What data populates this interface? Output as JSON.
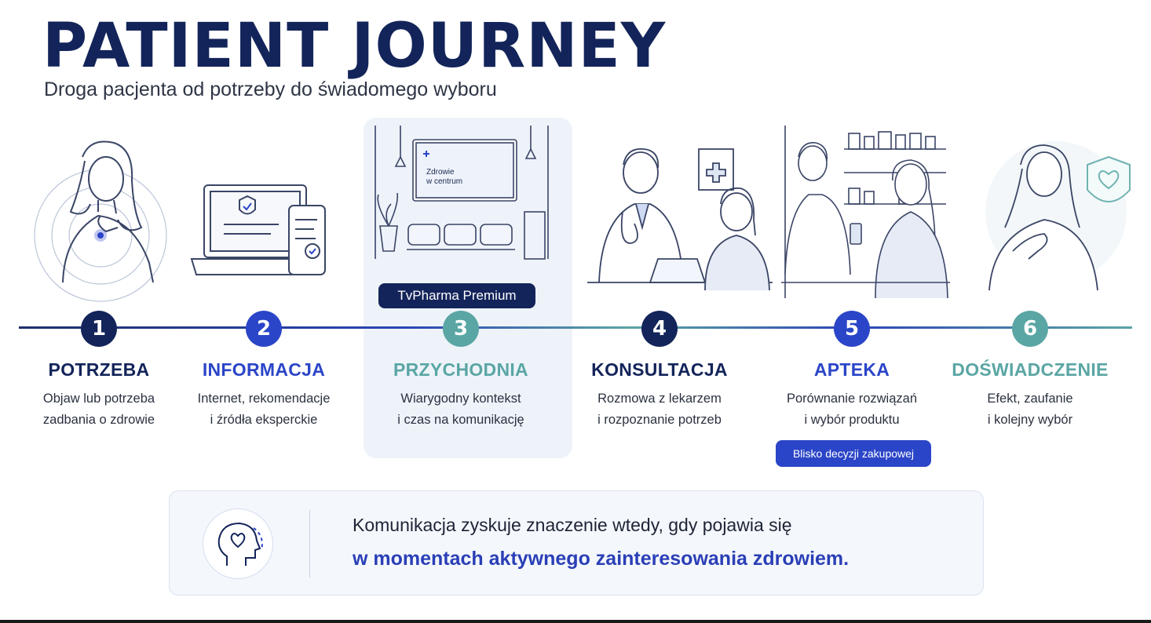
{
  "header": {
    "title": "PATIENT JOURNEY",
    "subtitle": "Droga pacjenta od potrzeby do świadomego wyboru"
  },
  "screen_text": {
    "line1": "Zdrowie",
    "line2": "w centrum"
  },
  "steps": [
    {
      "number": "1",
      "title": "POTRZEBA",
      "desc": "Objaw lub potrzeba\nzadbania o zdrowie",
      "color": "#13245a"
    },
    {
      "number": "2",
      "title": "INFORMACJA",
      "desc": "Internet, rekomendacje\ni źródła eksperckie",
      "color": "#2b45c8"
    },
    {
      "number": "3",
      "title": "PRZYCHODNIA",
      "desc": "Wiarygodny kontekst\ni czas na komunikację",
      "color": "#5aa6a4"
    },
    {
      "number": "4",
      "title": "KONSULTACJA",
      "desc": "Rozmowa z lekarzem\ni rozpoznanie potrzeb",
      "color": "#13245a"
    },
    {
      "number": "5",
      "title": "APTEKA",
      "desc": "Porównanie rozwiązań\ni wybór produktu",
      "color": "#2b45c8"
    },
    {
      "number": "6",
      "title": "DOŚWIADCZENIE",
      "desc": "Efekt, zaufanie\ni kolejny wybór",
      "color": "#5aa6a4"
    }
  ],
  "tags": {
    "premium": "TvPharma Premium",
    "decision": "Blisko decyzji zakupowej"
  },
  "callout": {
    "line1": "Komunikacja zyskuje znaczenie wtedy, gdy pojawia się",
    "line2": "w momentach aktywnego zainteresowania zdrowiem.",
    "icon": "head-heart-icon"
  }
}
